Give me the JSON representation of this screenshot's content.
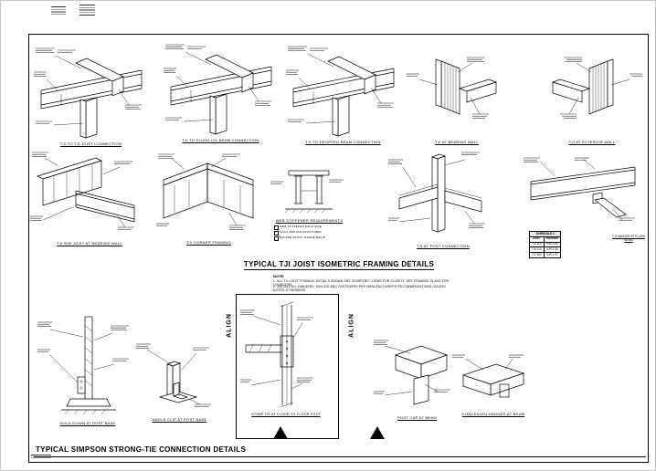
{
  "sheet": {
    "title_main": "TYPICAL TJI JOIST ISOMETRIC FRAMING DETAILS",
    "title_bottom": "TYPICAL SIMPSON STRONG-TIE CONNECTION DETAILS",
    "note_label": "NOTE:",
    "notes": [
      "1. ALL TJI JOIST FRAMING DETAILS SHOWN ARE ISOMETRIC VIEWS FOR CLARITY. SEE FRAMING PLANS FOR LOCATIONS.",
      "2. INSTALL ALL HANGERS, NAILING AND FASTENERS PER MANUFACTURER'S RECOMMENDATIONS UNLESS NOTED OTHERWISE."
    ],
    "align_label": "ALIGN"
  },
  "details": {
    "d1": {
      "caption": "TJI TO TJI JOIST CONNECTION"
    },
    "d2": {
      "caption": "TJI TO FLUSH LVL BEAM CONNECTION"
    },
    "d3": {
      "caption": "TJI TO DROPPED BEAM CONNECTION"
    },
    "d4": {
      "caption": "TJI AT BEARING WALL"
    },
    "d5": {
      "caption": "TJI AT EXTERIOR WALL"
    },
    "d6": {
      "caption": "TJI RIM JOIST AT BEARING WALL"
    },
    "d7": {
      "caption": "TJI CORNER FRAMING"
    },
    "d8": {
      "caption": "WEB STIFFENER REQUIREMENTS"
    },
    "d9": {
      "caption": "TJI AT POST CONNECTION"
    },
    "d10": {
      "caption": "TJI HANGER AT FLUSH BEAM"
    },
    "d11": {
      "caption": "HOLD-DOWN AT POST BASE"
    },
    "d12": {
      "caption": "ANGLE CLIP AT POST BASE"
    },
    "d13": {
      "caption": "STRAP TIE AT FLOOR-TO-FLOOR POST"
    },
    "d14": {
      "caption": "POST CAP AT BEAM"
    },
    "d15": {
      "caption": "CONCEALED HANGER AT BEAM"
    }
  },
  "d8_bullets": [
    "WEB STIFFENER EACH SIDE",
    "NAILS PER MANUFACTURER",
    "BACKER BLOCK WHERE REQ'D"
  ],
  "table": {
    "title": "SCHEDULE 1",
    "headers": [
      "JOIST",
      "HANGER"
    ],
    "rows": [
      [
        "TJI 110",
        "IUS 1.81"
      ],
      [
        "TJI 210",
        "IUS 2.06"
      ],
      [
        "TJI 360",
        "IUS 2.37"
      ]
    ]
  }
}
